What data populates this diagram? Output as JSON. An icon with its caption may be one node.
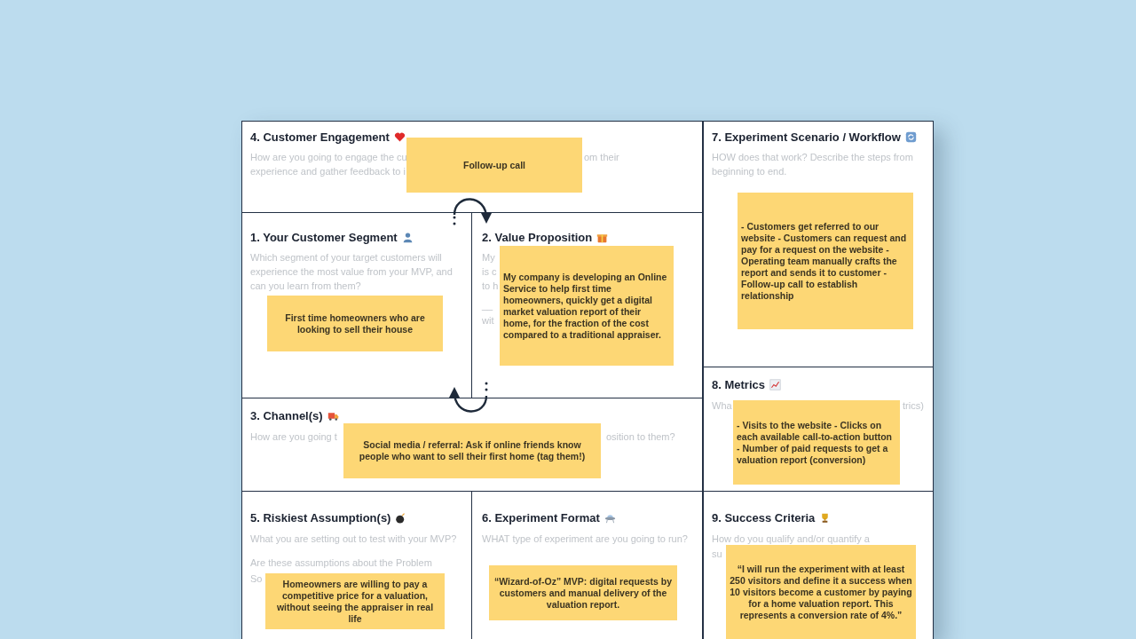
{
  "diagram": {
    "nodes": [
      {
        "text": [
          "4. Customer Engagement",
          "How are you going to engage the cu",
          "om their",
          "experience and gather feedback to i"
        ]
      },
      {
        "text": [
          "Follow-up call"
        ],
        "in": 0
      },
      {
        "text": [
          "7. Experiment Scenario / Workflow",
          "HOW does that work? Describe the steps from beginning to end."
        ]
      },
      {
        "text": [
          "- Customers get referred to our website - Customers can request and pay for a request on the website - Operating team manually crafts the report and sends it to customer - Follow-up call to establish relationship"
        ],
        "in": 2
      },
      {
        "text": [
          "1. Your Customer Segment",
          "Which segment of your target customers will experience the most value from your MVP, and can you learn from them?"
        ]
      },
      {
        "text": [
          "First time homeowners who are looking to sell their house"
        ],
        "in": 4
      },
      {
        "text": [
          "2. Value Proposition",
          "My",
          "is c",
          "to h",
          "__",
          "wit"
        ]
      },
      {
        "text": [
          "My company is developing an Online Service to help first time homeowners, quickly get a digital market valuation report of their home, for the fraction of the cost compared to a traditional appraiser."
        ],
        "in": 6
      },
      {
        "text": [
          "8. Metrics",
          "Wha",
          "trics)"
        ]
      },
      {
        "text": [
          "- Visits to the website - Clicks on each available call-to-action button - Number of paid requests to get a valuation report (conversion)"
        ],
        "in": 8
      },
      {
        "text": [
          "3. Channel(s)",
          "How are you going t",
          "osition to them?"
        ]
      },
      {
        "text": [
          "Social media / referral: Ask if online friends know people who want to sell their first home (tag them!)"
        ],
        "in": 10
      },
      {
        "text": [
          "5. Riskiest Assumption(s)",
          "What you are setting out to test with your MVP?",
          "Are these assumptions about the Problem",
          "So"
        ]
      },
      {
        "text": [
          "Homeowners are willing to pay a competitive price for a valuation, without seeing the appraiser in real life"
        ],
        "in": 12
      },
      {
        "text": [
          "6. Experiment Format",
          "WHAT type of experiment are you going to run?"
        ]
      },
      {
        "text": [
          "“Wizard-of-Oz” MVP: digital requests by customers and manual delivery of the valuation report."
        ],
        "in": 14
      },
      {
        "text": [
          "9. Success Criteria",
          "How do you qualify and/or quantify a",
          "su"
        ]
      },
      {
        "text": [
          "“I will run the experiment with at least 250 visitors and define it a success when 10 visitors become a customer by paying for a home valuation report. This represents a conversion rate of 4%.”"
        ],
        "in": 16
      }
    ],
    "edges": [
      {
        "from": 4,
        "to": 6,
        "arrow": "to"
      },
      {
        "from": 6,
        "to": 4,
        "arrow": "to"
      }
    ]
  }
}
